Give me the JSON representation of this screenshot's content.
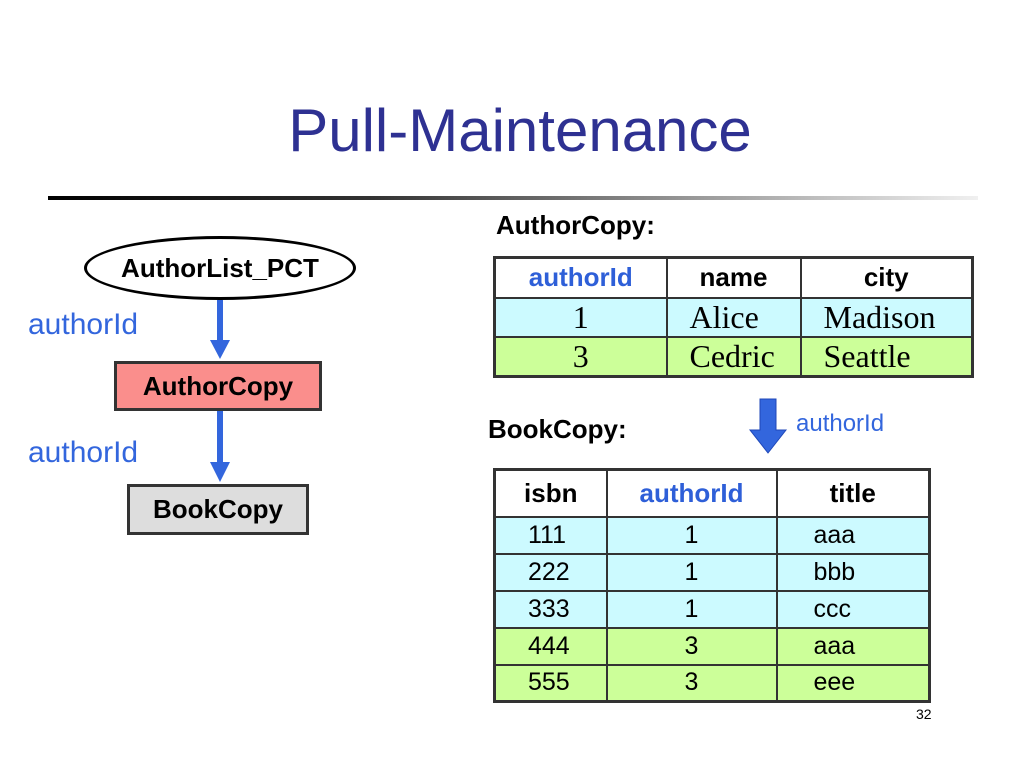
{
  "title": "Pull-Maintenance",
  "diagram": {
    "root_node": "AuthorList_PCT",
    "edge1_label": "authorId",
    "middle_node": "AuthorCopy",
    "edge2_label": "authorId",
    "leaf_node": "BookCopy",
    "colors": {
      "arrow": "#3366dd",
      "author_box": "#fa8e8c",
      "book_box": "#dddddd",
      "title": "#2e3192"
    }
  },
  "author_copy": {
    "label": "AuthorCopy:",
    "headers": [
      "authorId",
      "name",
      "city"
    ],
    "rows": [
      {
        "authorId": "1",
        "name": "Alice",
        "city": "Madison"
      },
      {
        "authorId": "3",
        "name": "Cedric",
        "city": "Seattle"
      }
    ]
  },
  "link_label": "authorId",
  "book_copy": {
    "label": "BookCopy:",
    "headers": [
      "isbn",
      "authorId",
      "title"
    ],
    "rows": [
      {
        "isbn": "111",
        "authorId": "1",
        "title": "aaa"
      },
      {
        "isbn": "222",
        "authorId": "1",
        "title": "bbb"
      },
      {
        "isbn": "333",
        "authorId": "1",
        "title": "ccc"
      },
      {
        "isbn": "444",
        "authorId": "3",
        "title": "aaa"
      },
      {
        "isbn": "555",
        "authorId": "3",
        "title": "eee"
      }
    ]
  },
  "page_number": "32"
}
